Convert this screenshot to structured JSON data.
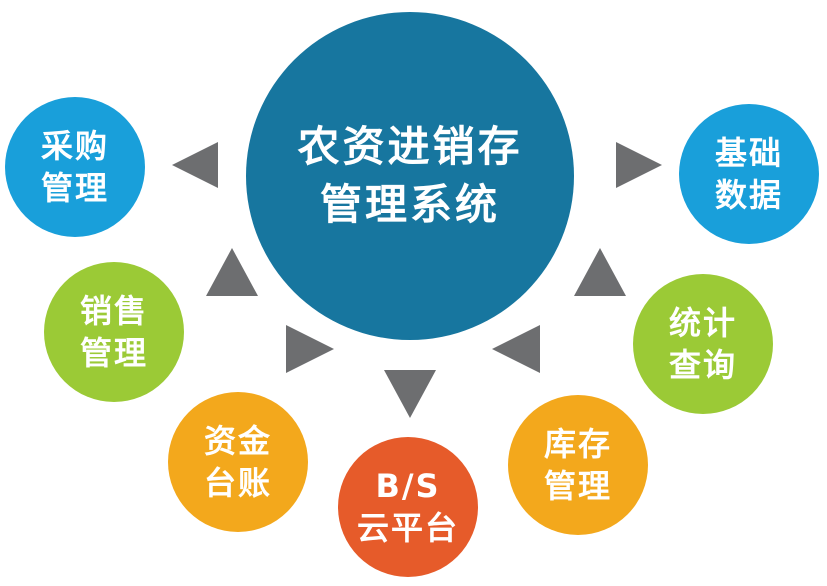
{
  "center": {
    "line1": "农资进销存",
    "line2": "管理系统"
  },
  "modules": {
    "purchase": {
      "line1": "采购",
      "line2": "管理"
    },
    "sales": {
      "line1": "销售",
      "line2": "管理"
    },
    "funds": {
      "line1": "资金",
      "line2": "台账"
    },
    "platform": {
      "line1": "B/S",
      "line2": "云平台"
    },
    "inventory": {
      "line1": "库存",
      "line2": "管理"
    },
    "statistics": {
      "line1": "统计",
      "line2": "查询"
    },
    "basedata": {
      "line1": "基础",
      "line2": "数据"
    }
  },
  "colors": {
    "center": "#17769f",
    "blue": "#199fda",
    "green": "#9bca36",
    "orange": "#f3a81c",
    "red": "#e65b2a",
    "arrow": "#6d6e70"
  }
}
